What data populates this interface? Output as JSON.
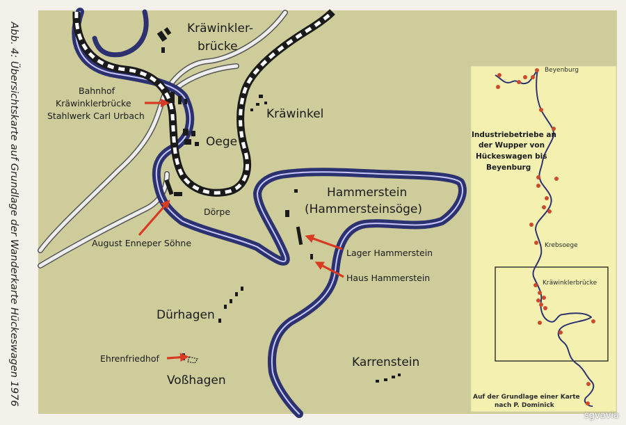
{
  "caption": "Abb. 4: Übersichtskarte auf Grundlage der Wanderkarte Hückeswagen 1976",
  "main_map": {
    "places": {
      "kraewinklerbruecke_1": "Kräwinkler-",
      "kraewinklerbruecke_2": "brücke",
      "kraewinkel": "Kräwinkel",
      "oege": "Oege",
      "doerpe": "Dörpe",
      "hammerstein_1": "Hammerstein",
      "hammerstein_2": "(Hammersteinsöge)",
      "duerhagen": "Dürhagen",
      "karrenstein": "Karrenstein",
      "vosshagen": "Voßhagen"
    },
    "annotations": {
      "bahnhof_1": "Bahnhof",
      "bahnhof_2": "Kräwinklerbrücke",
      "bahnhof_3": "Stahlwerk Carl Urbach",
      "enneper": "August Enneper Söhne",
      "lager": "Lager Hammerstein",
      "haus": "Haus Hammerstein",
      "ehrenfriedhof": "Ehrenfriedhof"
    }
  },
  "inset_map": {
    "beyenburg": "Beyenburg",
    "title_1": "Industriebetriebe an",
    "title_2": "der Wupper von",
    "title_3": "Hückeswagen bis",
    "title_4": "Beyenburg",
    "krebsoege": "Krebsoege",
    "kraewinklerbruecke": "Kräwinklerbrücke",
    "source_1": "Auf der Grundlage einer Karte",
    "source_2": "nach P. Dominick"
  },
  "watermark": "sgvavia",
  "colors": {
    "map_background": "#cdcc9a",
    "inset_background": "#f4f1b0",
    "river": "#2c3270",
    "railway_dark": "#1a1a1a",
    "road": "#eeeeee",
    "arrow": "#d83a22",
    "factory_dot": "#cf4a2c"
  }
}
